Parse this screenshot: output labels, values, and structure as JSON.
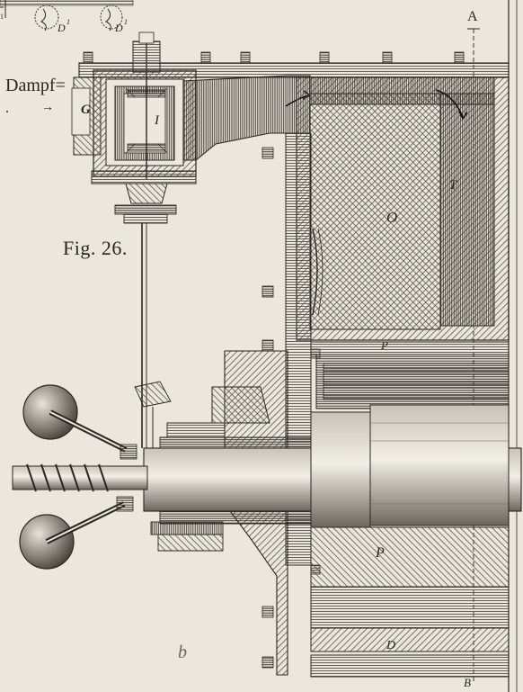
{
  "labels": {
    "dampf": "Dampf=",
    "fig": "Fig. 26.",
    "a": "A",
    "b_axis": "B",
    "g": "G",
    "i": "I",
    "t": "T",
    "o": "O",
    "p_top": "P",
    "p_mid": "P",
    "d_bottom": "D",
    "b_small": "b",
    "d1_left": "D",
    "d1_right": "D",
    "sup1": "1",
    "sup2": "1",
    "edge_mark": "1"
  },
  "colors": {
    "paper": "#ebe7dd",
    "ink": "#2a2622",
    "hatch": "#5a544c"
  }
}
